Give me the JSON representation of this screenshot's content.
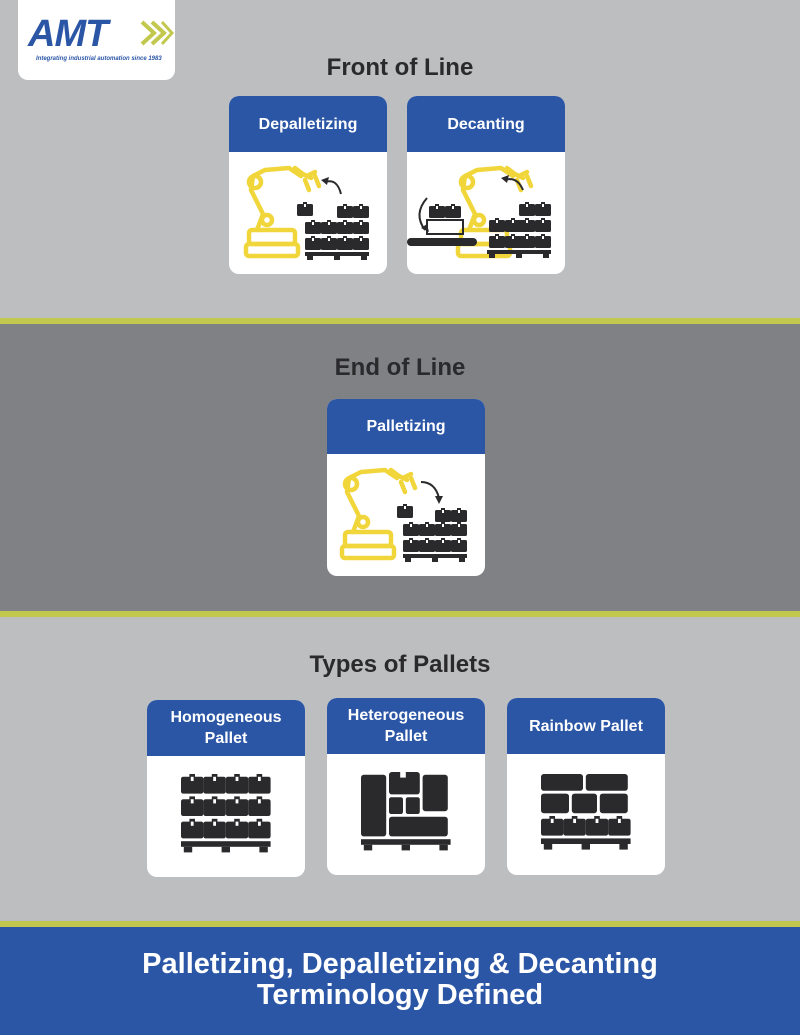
{
  "brand": {
    "logo_text": "AMT",
    "tagline": "Integrating industrial automation since 1983",
    "colors": {
      "blue": "#2b56a6",
      "accent": "#c2c84e",
      "robot": "#f1d63b",
      "dark": "#2a2a2c"
    }
  },
  "front_of_line": {
    "title": "Front of Line",
    "cards": [
      {
        "label": "Depalletizing",
        "icon": "robot-depalletizing-icon"
      },
      {
        "label": "Decanting",
        "icon": "robot-decanting-icon"
      }
    ]
  },
  "end_of_line": {
    "title": "End of Line",
    "cards": [
      {
        "label": "Palletizing",
        "icon": "robot-palletizing-icon"
      }
    ]
  },
  "types_of_pallets": {
    "title": "Types of Pallets",
    "cards": [
      {
        "label": "Homogeneous Pallet",
        "icon": "homogeneous-pallet-icon"
      },
      {
        "label": "Heterogeneous Pallet",
        "icon": "heterogeneous-pallet-icon"
      },
      {
        "label": "Rainbow Pallet",
        "icon": "rainbow-pallet-icon"
      }
    ]
  },
  "footer": {
    "line1": "Palletizing, Depalletizing & Decanting",
    "line2": "Terminology Defined"
  }
}
